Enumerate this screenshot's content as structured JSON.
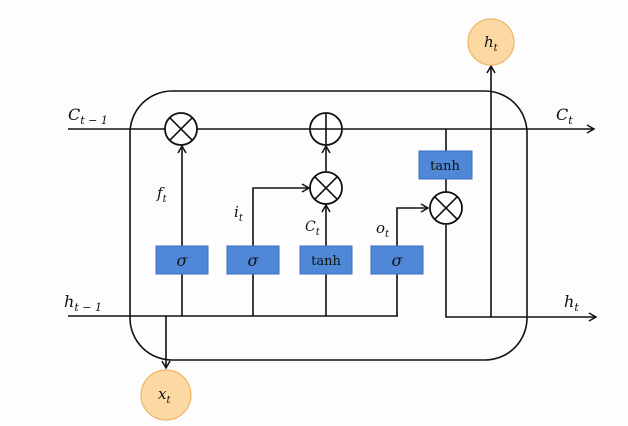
{
  "labels": {
    "c_prev": "C",
    "c_prev_sub": "t − 1",
    "c_next": "C",
    "c_next_sub": "t",
    "h_prev": "h",
    "h_prev_sub": "t − 1",
    "h_next": "h",
    "h_next_sub": "t",
    "h_out": "h",
    "h_out_sub": "t",
    "x_in": "x",
    "x_in_sub": "t",
    "forget": "f",
    "forget_sub": "t",
    "input": "i",
    "input_sub": "t",
    "candidate": "C",
    "candidate_sub": "t",
    "output": "o",
    "output_sub": "t"
  },
  "gates": {
    "forget": "σ",
    "input": "σ",
    "candidate": "tanh",
    "output": "σ",
    "cell_tanh": "tanh"
  },
  "colors": {
    "gate": "#4f88d6",
    "io_node": "#fcd9a3"
  }
}
